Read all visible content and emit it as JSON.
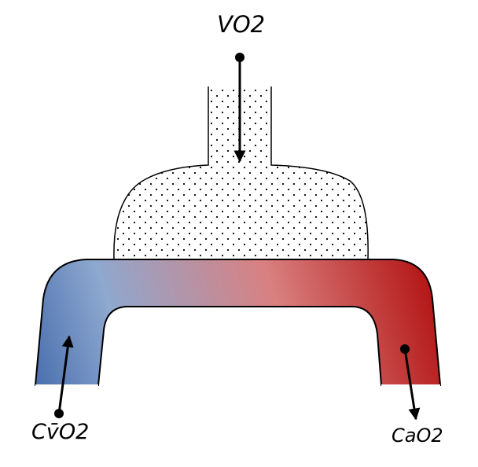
{
  "labels": {
    "vo2": "VO2",
    "cvo2": "Cv̄O2",
    "cao2": "CaO2"
  },
  "colors": {
    "venous": "#4a6fae",
    "venous_light": "#8ea8cf",
    "arterial_light": "#d98080",
    "arterial": "#b00a0a",
    "outline": "#000000"
  }
}
